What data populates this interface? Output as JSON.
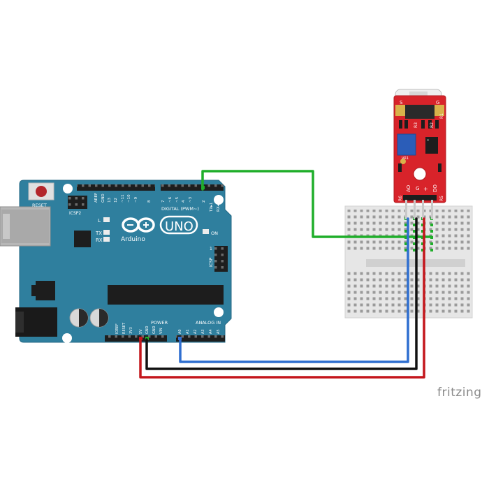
{
  "watermark": "fritzing",
  "colors": {
    "arduino_board": "#2f7f9e",
    "module_board": "#d8232a",
    "breadboard": "#e8e8e8",
    "wire_green": "#1fae2a",
    "wire_blue": "#2f6fd0",
    "wire_black": "#111111",
    "wire_red": "#c4161c"
  },
  "arduino": {
    "reset": "RESET",
    "icsp2": "ICSP2",
    "led_l": "L",
    "led_tx": "TX",
    "led_rx": "RX",
    "logo_text": "Arduino",
    "uno": "UNO",
    "on": "ON",
    "icsp": "ICSP",
    "icsp_pin": "1",
    "digital": "DIGITAL (PWM~)",
    "aref": "AREF",
    "gnd": "GND",
    "d13": "13",
    "d12": "12",
    "d11": "~11",
    "d10": "~10",
    "d9": "~9",
    "d8": "8",
    "d7": "7",
    "d6": "~6",
    "d5": "~5",
    "d4": "4",
    "d3": "~3",
    "d2": "2",
    "tx1": "TX▸1",
    "rx0": "RX◂0",
    "power": "POWER",
    "analog_in": "ANALOG IN",
    "ioref": "IOREF",
    "reset_pin": "RESET",
    "p3v3": "3V3",
    "p5v": "5V",
    "pgnd1": "GND",
    "pgnd2": "GND",
    "vin": "VIN",
    "a0": "A0",
    "a1": "A1",
    "a2": "A2",
    "a3": "A3",
    "a4": "A4",
    "a5": "A5"
  },
  "module": {
    "s": "S",
    "g": "G",
    "r1": "R1",
    "r2": "R2",
    "r3": "R3",
    "vr1": "VR1",
    "r6": "R6",
    "ao": "AO",
    "gnd": "G",
    "plus": "+",
    "do": "DO",
    "r5": "R5"
  }
}
